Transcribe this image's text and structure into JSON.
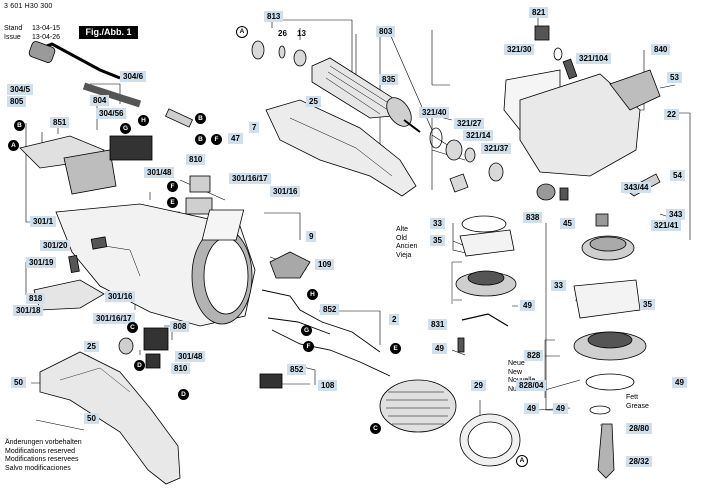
{
  "header": {
    "doc_number": "3 601 H30 300",
    "stand_label": "Stand",
    "stand_date": "13-04-15",
    "issue_label": "Issue",
    "issue_date": "13-04-26",
    "fig_label": "Fig./Abb. 1"
  },
  "footer_notes": [
    "Änderungen vorbehalten",
    "Modifications reserved",
    "Modifications reservees",
    "Salvo modificaciones"
  ],
  "variant_old_lines": [
    "Alte",
    "Old",
    "Ancien",
    "Vieja"
  ],
  "variant_new_lines": [
    "Neue",
    "New",
    "Nouvelle",
    "Nueva"
  ],
  "grease_lines": [
    "Fett",
    "Grease"
  ],
  "part_labels": {
    "p813": "813",
    "p26": "26",
    "p13": "13",
    "p803": "803",
    "p835": "835",
    "p821": "821",
    "p321_30": "321/30",
    "p321_104": "321/104",
    "p840": "840",
    "p53": "53",
    "p22": "22",
    "p304_6": "304/6",
    "p304_5": "304/5",
    "p805": "805",
    "p804": "804",
    "p304_56": "304/56",
    "p851": "851",
    "p25_top": "25",
    "p321_40": "321/40",
    "p321_27": "321/27",
    "p321_14": "321/14",
    "p321_37": "321/37",
    "p47": "47",
    "p7": "7",
    "p810_top": "810",
    "p301_48_top": "301/48",
    "p301_16_17_top": "301/16/17",
    "p301_16_top": "301/16",
    "p301_1": "301/1",
    "p301_20": "301/20",
    "p301_19": "301/19",
    "p818": "818",
    "p301_18": "301/18",
    "p9": "9",
    "p109": "109",
    "p301_16_mid": "301/16",
    "p301_16_17_mid": "301/16/17",
    "p808": "808",
    "p301_48_bot": "301/48",
    "p810_bot": "810",
    "p852_top": "852",
    "p852_bot": "852",
    "p2": "2",
    "p108": "108",
    "p25_bot": "25",
    "p50_a": "50",
    "p50_b": "50",
    "p29": "29",
    "p343_44": "343/44",
    "p54": "54",
    "p343": "343",
    "p838": "838",
    "p45": "45",
    "p321_41": "321/41",
    "p33_old": "33",
    "p35_old": "35",
    "p49_old_a": "49",
    "p831": "831",
    "p49_old_b": "49",
    "p33_new": "33",
    "p35_new": "35",
    "p828": "828",
    "p828_04": "828/04",
    "p49_new_a": "49",
    "p49_new_b": "49",
    "p49_right": "49",
    "p28_80": "28/80",
    "p28_32": "28/32"
  },
  "callout_letters": {
    "A": "A",
    "B": "B",
    "C": "C",
    "D": "D",
    "E": "E",
    "F": "F",
    "G": "G",
    "H": "H"
  },
  "colors": {
    "label_fill": "#cfe0ec",
    "line": "#000000",
    "fig_box": "#000000",
    "part_shade": "#d9d9d9",
    "part_dark": "#333333"
  }
}
